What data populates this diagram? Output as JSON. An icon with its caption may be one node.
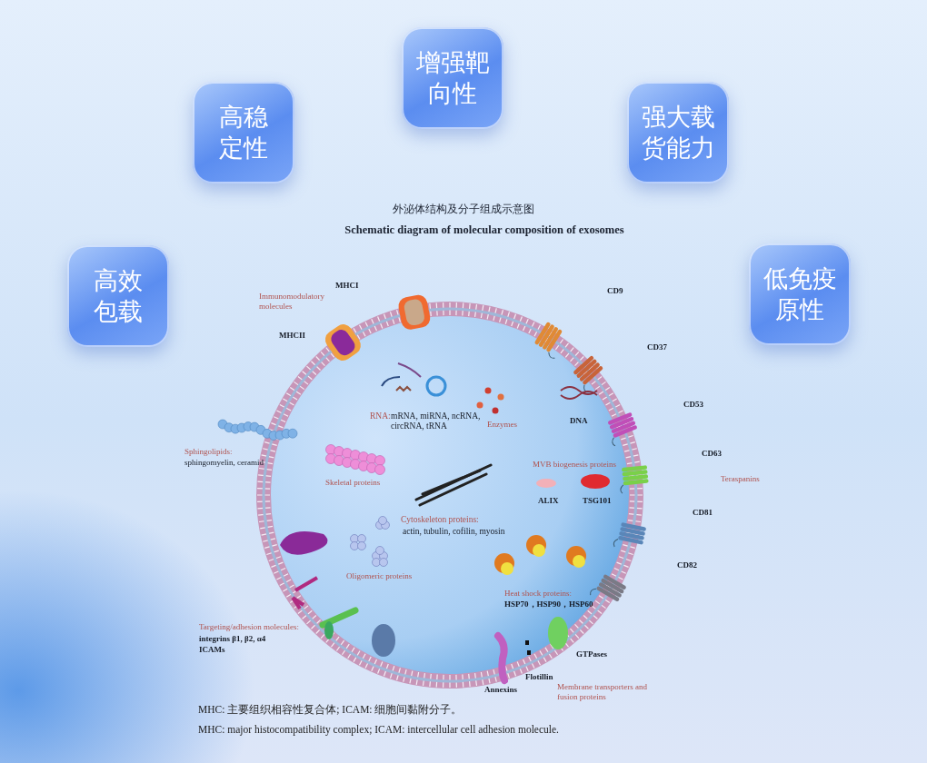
{
  "diagram": {
    "title": "外泌体结构及分子组成示意图",
    "nodes": [
      {
        "text": [
          "高效包载"
        ]
      },
      {
        "text": [
          "高稳定性"
        ]
      },
      {
        "text": [
          "增强靶向性"
        ]
      },
      {
        "text": [
          "强大载货能力"
        ]
      },
      {
        "text": [
          "低免疫原性"
        ]
      }
    ],
    "labels": [
      "Schematic diagram of molecular composition of exosomes",
      "MHCI",
      "Immunomodulatory molecules",
      "CD9",
      "MHCII",
      "CD37",
      "RNA:",
      "mRNA, miRNA, ncRNA, circRNA, tRNA",
      "Enzymes",
      "DNA",
      "CD53",
      "Sphingolipids:",
      "sphingomyelin, ceramid",
      "Skeletal proteins",
      "MVB biogenesis proteins",
      "CD63",
      "ALIX",
      "TSG101",
      "Teraspanins",
      "Cytoskeleton proteins:",
      "actin, tubulin, cofilin, myosin",
      "CD81",
      "Oligomeric proteins",
      "CD82",
      "Heat shock proteins:",
      "HSP70，HSP90，HSP60",
      "Targeting/adhesion molecules:",
      "integrins β1, β2, α4",
      "ICAMs",
      "GTPases",
      "Flotillin",
      "Annexins",
      "Membrane transporters and fusion proteins",
      "MHC: 主要组织相容性复合体; ICAM: 细胞间黏附分子。",
      "MHC: major histocompatibility complex; ICAM: intercellular cell adhesion molecule."
    ]
  }
}
